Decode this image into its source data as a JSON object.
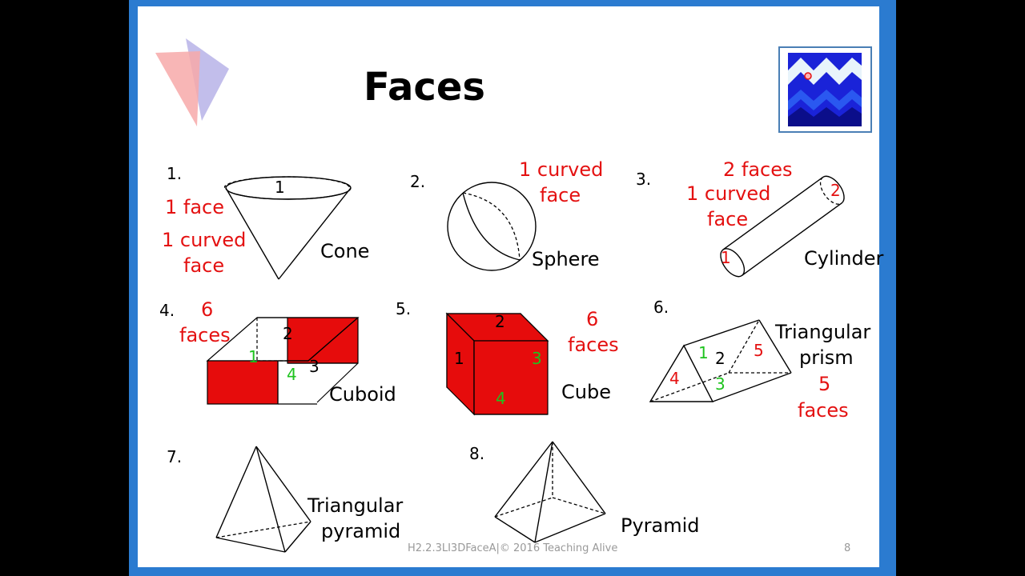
{
  "title": "Faces",
  "footer": "H2.2.3LI3DFaceA|© 2016 Teaching Alive",
  "page_number": "8",
  "colors": {
    "frame": "#2b7bd0",
    "accent_red": "#e41111",
    "label_green": "#1ec31e"
  },
  "shapes": {
    "cone": {
      "number": "1.",
      "name": "Cone",
      "line1": "1 face",
      "line2": "1 curved",
      "line3": "face",
      "face_label": "1"
    },
    "sphere": {
      "number": "2.",
      "name": "Sphere",
      "line1": "1 curved",
      "line2": "face"
    },
    "cylinder": {
      "number": "3.",
      "name": "Cylinder",
      "line1": "2 faces",
      "line2": "1 curved",
      "line3": "face",
      "face_label_1": "1",
      "face_label_2": "2"
    },
    "cuboid": {
      "number": "4.",
      "name": "Cuboid",
      "count": "6",
      "unit": "faces",
      "face_1": "1",
      "face_2": "2",
      "face_3": "3",
      "face_4": "4"
    },
    "cube": {
      "number": "5.",
      "name": "Cube",
      "count": "6",
      "unit": "faces",
      "face_1": "1",
      "face_2": "2",
      "face_3": "3",
      "face_4": "4"
    },
    "triangular_prism": {
      "number": "6.",
      "name_line1": "Triangular",
      "name_line2": "prism",
      "count": "5",
      "unit": "faces",
      "face_1": "1",
      "face_2": "2",
      "face_3": "3",
      "face_4": "4",
      "face_5": "5"
    },
    "triangular_pyramid": {
      "number": "7.",
      "name_line1": "Triangular",
      "name_line2": "pyramid"
    },
    "pyramid": {
      "number": "8.",
      "name": "Pyramid"
    }
  }
}
